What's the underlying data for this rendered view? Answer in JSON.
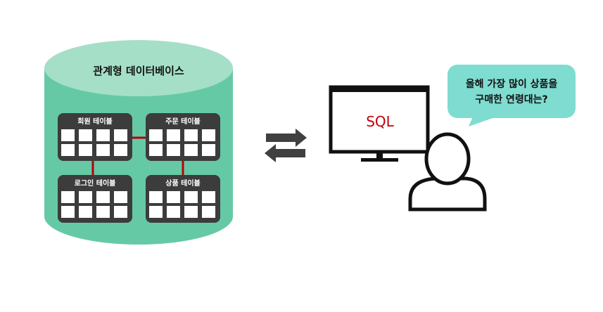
{
  "database": {
    "title": "관계형 데이터베이스",
    "tables": [
      {
        "label": "회원 테이블"
      },
      {
        "label": "주문 테이블"
      },
      {
        "label": "로그인 테이블"
      },
      {
        "label": "상품 테이블"
      }
    ]
  },
  "computer": {
    "screen_text": "SQL"
  },
  "speech_bubble": {
    "line1": "올해 가장 많이 상품을",
    "line2": "구매한 연령대는?"
  },
  "colors": {
    "db_body": "#66c9a6",
    "db_top": "#a5dfc8",
    "table_bg": "#3c3c3c",
    "relation_line": "#b8000b",
    "monitor": "#111111",
    "sql_text": "#c0000a",
    "bubble": "#7fdcd0",
    "arrows": "#404040"
  }
}
